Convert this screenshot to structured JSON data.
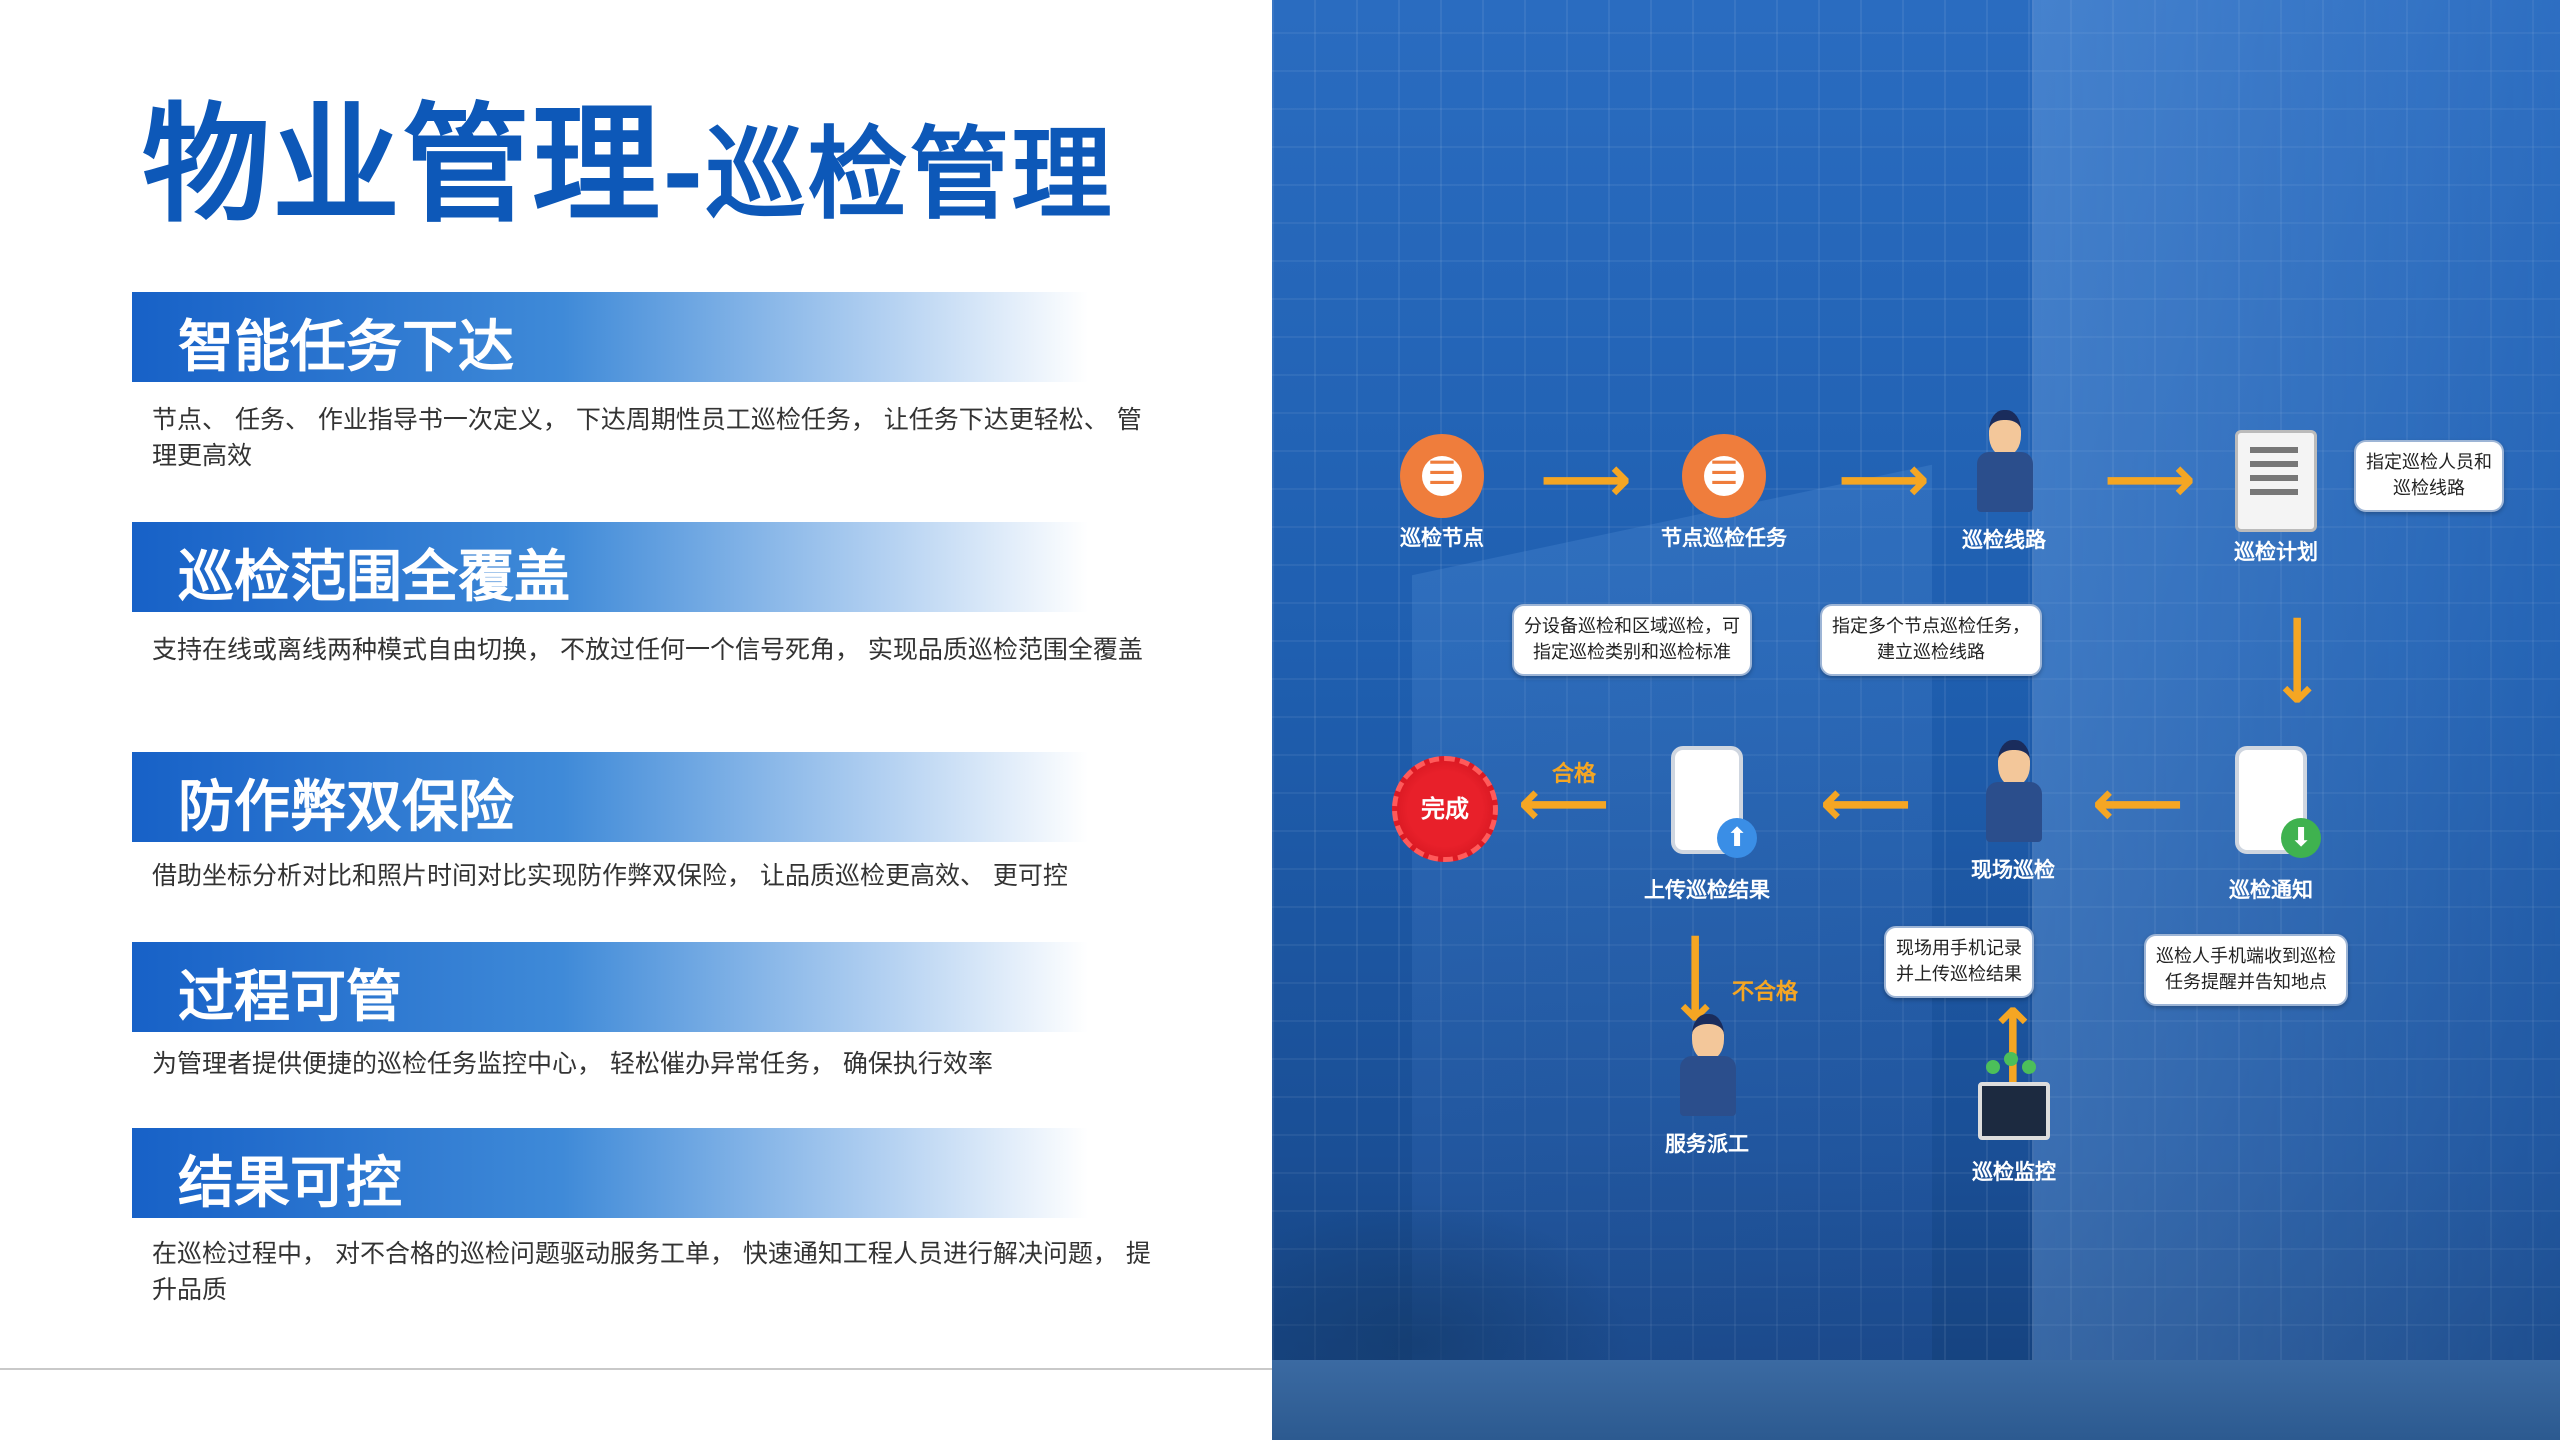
{
  "title": {
    "main": "物业管理",
    "sub": "-巡检管理"
  },
  "sections": [
    {
      "heading": "智能任务下达",
      "text": "节点、 任务、 作业指导书一次定义， 下达周期性员工巡检任务， 让任务下达更轻松、 管理更高效"
    },
    {
      "heading": "巡检范围全覆盖",
      "text": "支持在线或离线两种模式自由切换， 不放过任何一个信号死角， 实现品质巡检范围全覆盖"
    },
    {
      "heading": "防作弊双保险",
      "text": "借助坐标分析对比和照片时间对比实现防作弊双保险， 让品质巡检更高效、 更可控"
    },
    {
      "heading": "过程可管",
      "text": "为管理者提供便捷的巡检任务监控中心， 轻松催办异常任务， 确保执行效率"
    },
    {
      "heading": "结果可控",
      "text": "在巡检过程中， 对不合格的巡检问题驱动服务工单， 快速通知工程人员进行解决问题， 提升品质"
    }
  ],
  "flow": {
    "nodes": {
      "node1": "巡检节点",
      "node2": "节点巡检任务",
      "node3": "巡检线路",
      "node4": "巡检计划",
      "node5": "巡检通知",
      "node6": "现场巡检",
      "node7": "上传巡检结果",
      "node8": "服务派工",
      "node9": "巡检监控"
    },
    "bubbles": {
      "b1": "分设备巡检和区域巡检，可\n指定巡检类别和巡检标准",
      "b2": "指定多个节点巡检任务，\n建立巡检线路",
      "b3": "指定巡检人员和\n巡检线路",
      "b4": "巡检人手机端收到巡检\n任务提醒并告知地点",
      "b5": "现场用手机记录\n并上传巡检结果"
    },
    "complete": "完成",
    "pass": "合格",
    "fail": "不合格"
  },
  "colors": {
    "title": "#0d58b8",
    "accent": "#f5a623",
    "seal": "#e8202a"
  }
}
